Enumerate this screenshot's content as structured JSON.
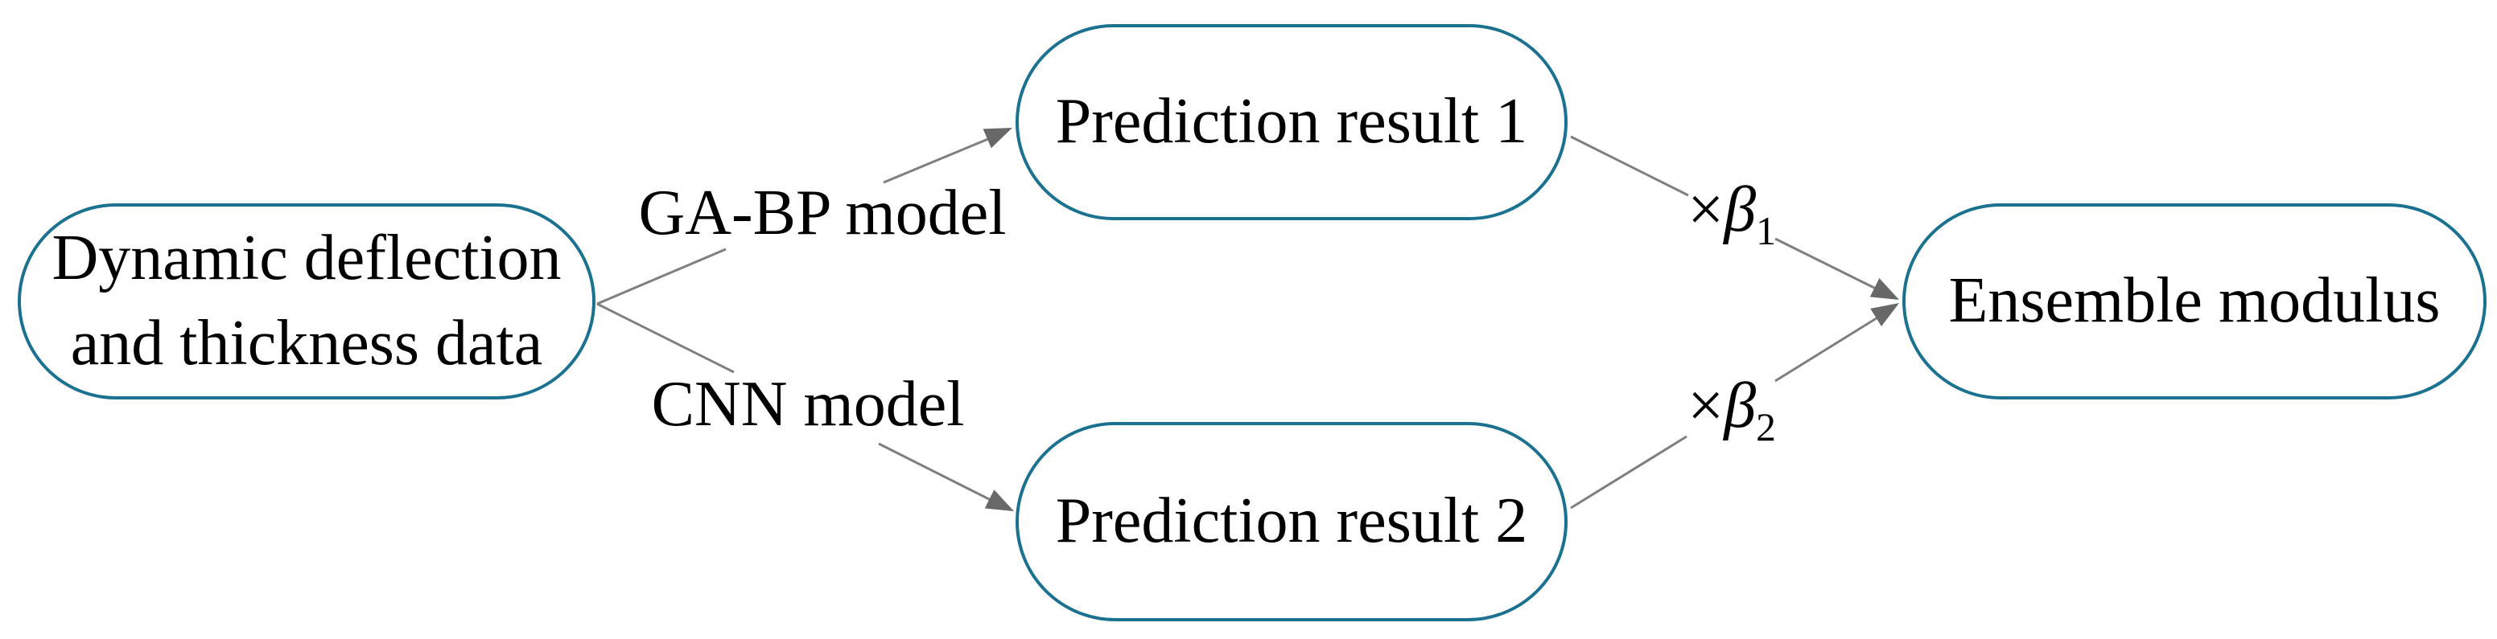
{
  "diagram": {
    "title": "Ensemble modulus prediction flowchart",
    "nodes": {
      "input": {
        "line1": "Dynamic deflection",
        "line2": "and thickness data"
      },
      "pred1": {
        "label": "Prediction result 1"
      },
      "pred2": {
        "label": "Prediction result 2"
      },
      "output": {
        "label": "Ensemble modulus"
      }
    },
    "edge_labels": {
      "ga_bp": "GA-BP model",
      "cnn": "CNN model",
      "beta1": {
        "times": "×",
        "symbol": "β",
        "sub": "1"
      },
      "beta2": {
        "times": "×",
        "symbol": "β",
        "sub": "2"
      }
    },
    "colors": {
      "node_border": "#1b7190",
      "edge_line": "#7f7f7f",
      "arrow_fill": "#686868",
      "text": "#000000",
      "background": "#ffffff"
    }
  }
}
